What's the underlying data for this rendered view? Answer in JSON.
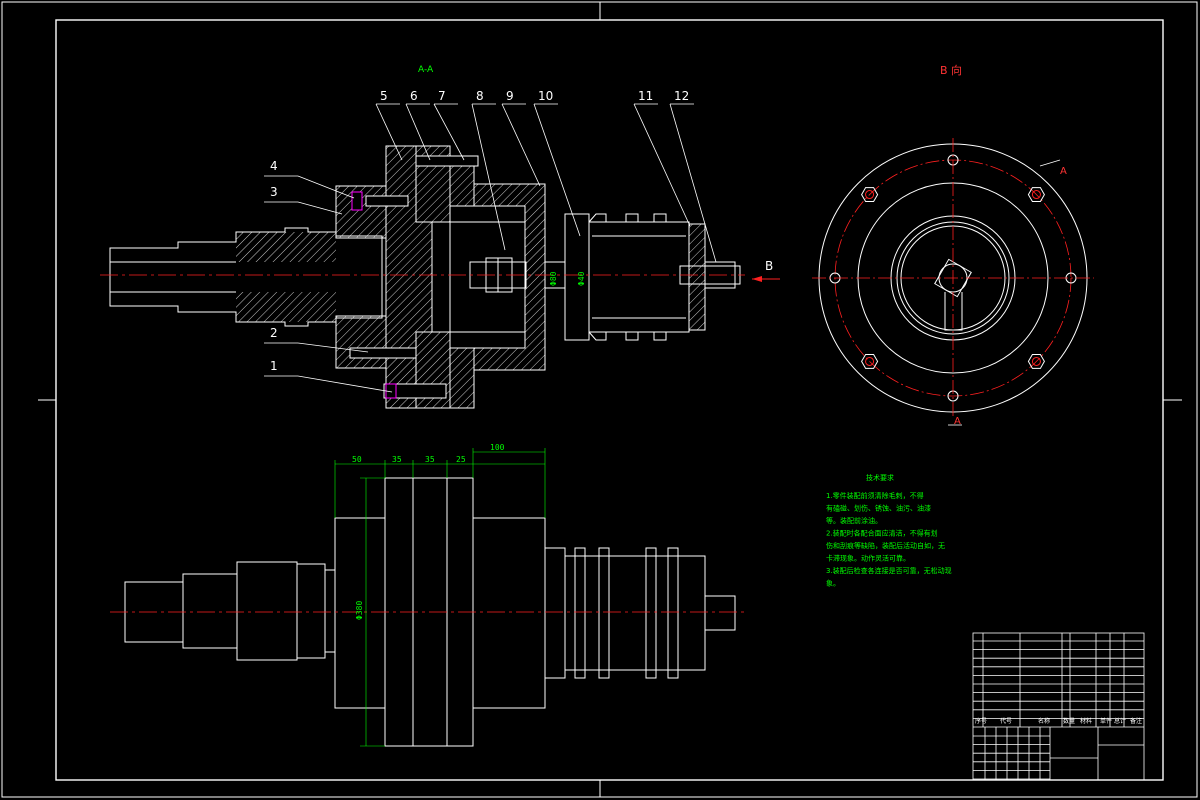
{
  "views": {
    "section_title": "A-A",
    "view_b_title": "B 向",
    "arrow_b": "B",
    "cut_mark_top": "A",
    "cut_mark_bottom": "A"
  },
  "part_numbers": [
    "1",
    "2",
    "3",
    "4",
    "5",
    "6",
    "7",
    "8",
    "9",
    "10",
    "11",
    "12"
  ],
  "dimensions": {
    "widths": [
      "50",
      "35",
      "35",
      "25",
      "100"
    ],
    "diameter_main": "Φ380",
    "diameter_small": "Φ80",
    "diameter_bore": "Φ40"
  },
  "notes": {
    "heading": "技术要求",
    "lines": [
      "1.零件装配前须清除毛刺，不得",
      "有磕碰、划伤、锈蚀、油污、油漆",
      "等。装配前涂油。",
      "2.装配时各配合面应清洁，不得有划",
      "伤和刮痕等缺陷，装配后活动自如，无",
      "卡滞现象。动作灵活可靠。",
      "3.装配后检查各连接是否可靠，无松动现",
      "象。"
    ]
  },
  "title_block": {
    "header": [
      "序号",
      "代号",
      "名称",
      "数量",
      "材料",
      "单件",
      "总计",
      "备注"
    ]
  },
  "colors": {
    "background": "#000000",
    "outline": "#ffffff",
    "centerline": "#ff2020",
    "dimension": "#00ff00",
    "hatch": "#ffffff",
    "accent": "#ff00ff"
  }
}
